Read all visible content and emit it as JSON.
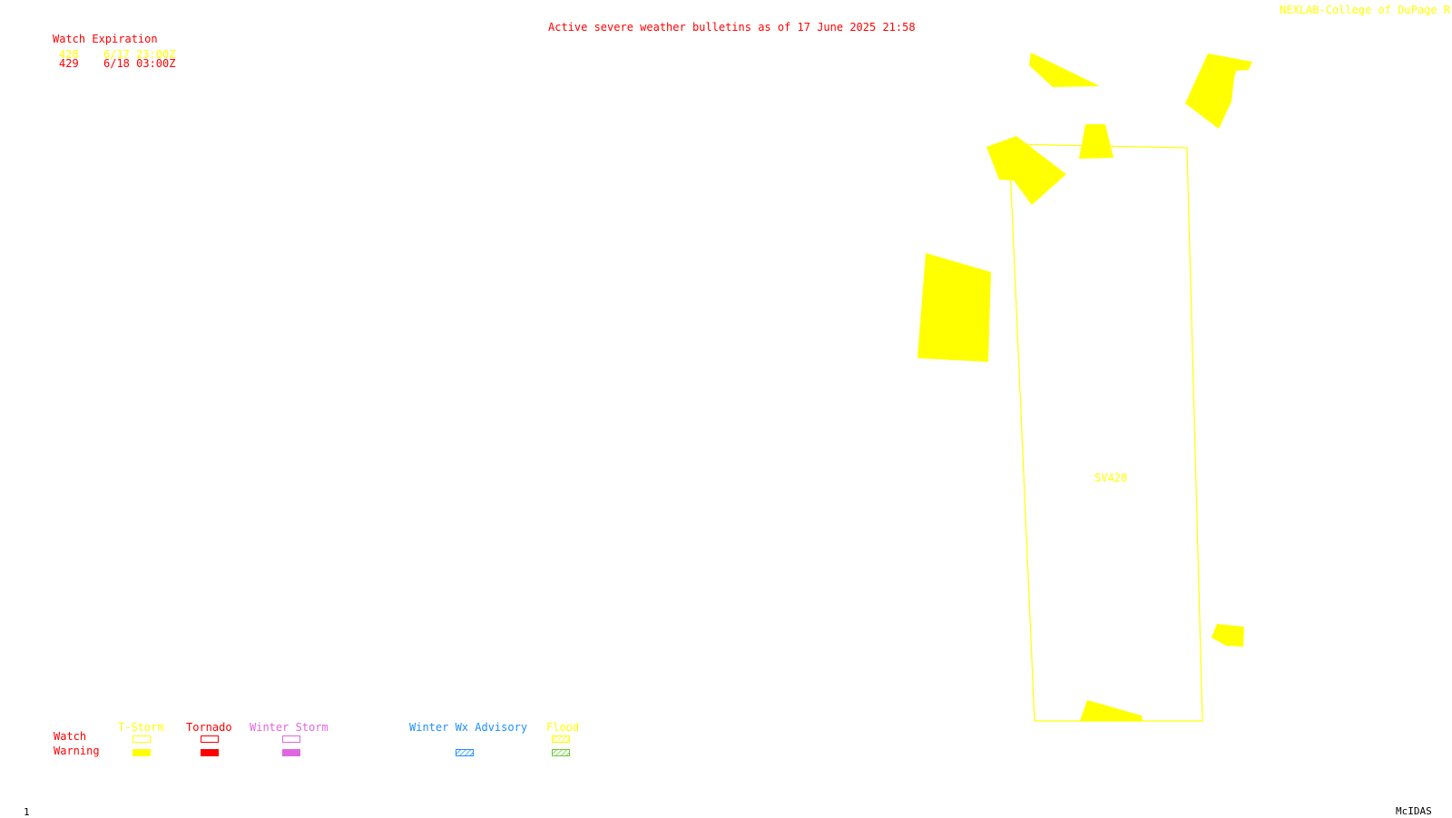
{
  "header": {
    "bulletin_title": "Active severe weather bulletins as of 17 June 2025 21:58",
    "credit": "NEXLAB-College of DuPage R"
  },
  "watch_table": {
    "heading": "Watch Expiration",
    "rows": [
      {
        "number": "428",
        "expires": "6/17 23:00Z",
        "color": "#ffff00"
      },
      {
        "number": "429",
        "expires": "6/18 03:00Z",
        "color": "#ff0000"
      }
    ]
  },
  "map": {
    "watch_box_label": "SV428",
    "watch_box_color": "#ffff00",
    "warning_color": "#ffff00"
  },
  "legend": {
    "row_labels": {
      "watch": "Watch",
      "warning": "Warning"
    },
    "columns": [
      {
        "label": "T-Storm",
        "color": "#ffff00"
      },
      {
        "label": "Tornado",
        "color": "#ff0000"
      },
      {
        "label": "Winter Storm",
        "color": "#e066e0"
      },
      {
        "label": "Winter Wx Advisory",
        "color": "#1e90ff"
      },
      {
        "label": "Flood",
        "color": "#ffff00"
      }
    ]
  },
  "footer": {
    "frame_number": "1",
    "software": "McIDAS"
  }
}
